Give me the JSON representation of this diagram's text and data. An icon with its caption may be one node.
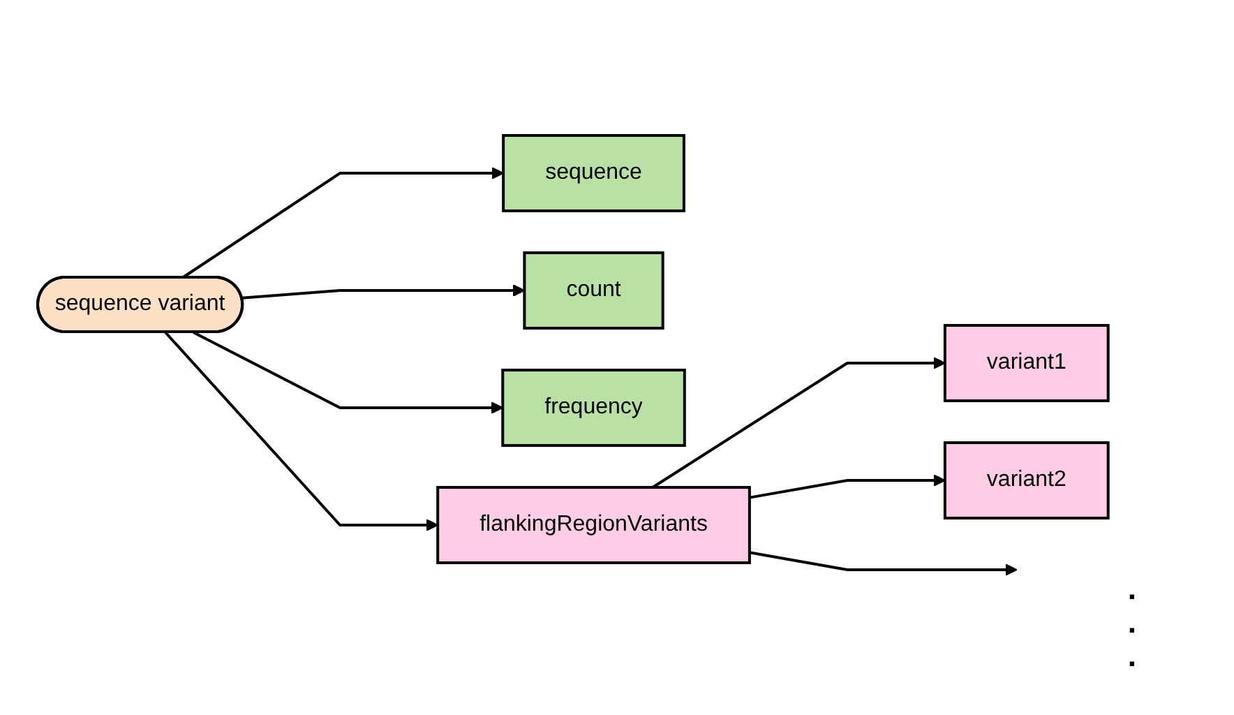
{
  "diagram": {
    "nodes": [
      {
        "text": [
          "sequence variant"
        ]
      },
      {
        "text": [
          "sequence"
        ]
      },
      {
        "text": [
          "count"
        ]
      },
      {
        "text": [
          "frequency"
        ]
      },
      {
        "text": [
          "flankingRegionVariants"
        ]
      },
      {
        "text": [
          "variant1"
        ]
      },
      {
        "text": [
          "variant2"
        ]
      }
    ],
    "edges": [
      {
        "from": 0,
        "to": 1,
        "arrow": "to"
      },
      {
        "from": 0,
        "to": 2,
        "arrow": "to"
      },
      {
        "from": 0,
        "to": 3,
        "arrow": "to"
      },
      {
        "from": 0,
        "to": 4,
        "arrow": "to"
      },
      {
        "from": 4,
        "to": 5,
        "arrow": "to"
      },
      {
        "from": 4,
        "to": 6,
        "arrow": "to"
      },
      {
        "from": 4,
        "to": null,
        "arrow": "to"
      }
    ],
    "labels": [
      ".",
      ".",
      "."
    ]
  }
}
